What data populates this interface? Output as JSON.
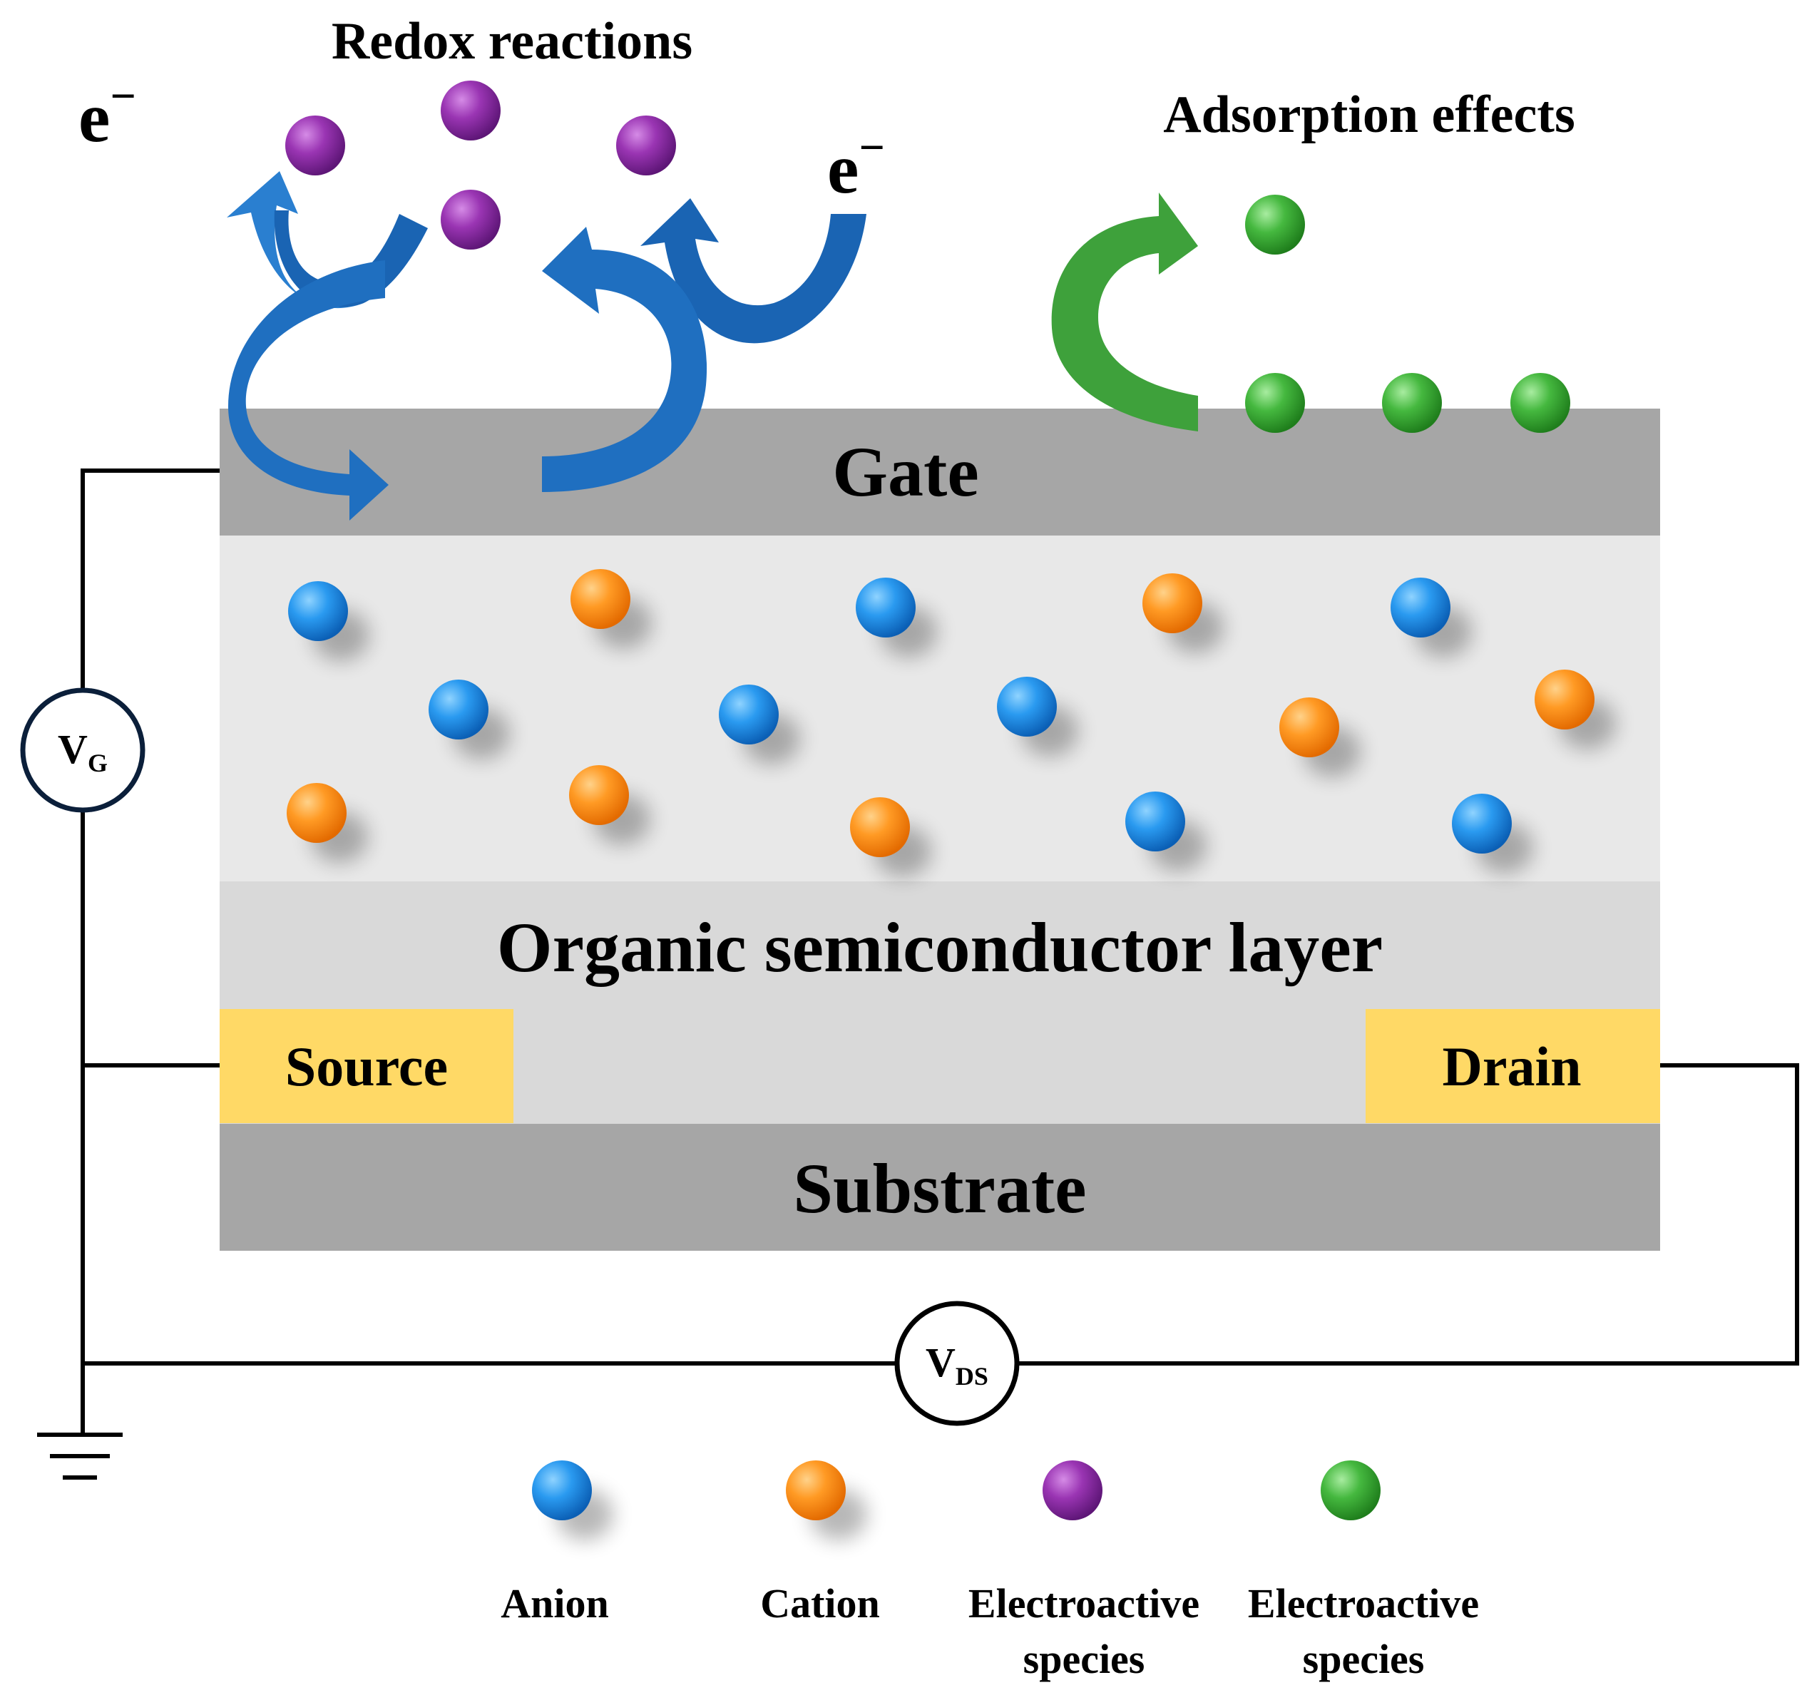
{
  "labels": {
    "redox": "Redox reactions",
    "adsorption": "Adsorption effects",
    "electron": "e",
    "electron_sign": "−",
    "gate": "Gate",
    "semiconductor": "Organic semiconductor layer",
    "source": "Source",
    "drain": "Drain",
    "substrate": "Substrate",
    "vg_main": "V",
    "vg_sub": "G",
    "vds_main": "V",
    "vds_sub": "DS"
  },
  "legend": [
    {
      "name": "anion",
      "label_lines": [
        "Anion"
      ],
      "color": "#1e8de3"
    },
    {
      "name": "cation",
      "label_lines": [
        "Cation"
      ],
      "color": "#ff8c1a"
    },
    {
      "name": "electroactive-redox",
      "label_lines": [
        "Electroactive",
        "species"
      ],
      "color": "#8e2ea6"
    },
    {
      "name": "electroactive-adsorption",
      "label_lines": [
        "Electroactive",
        "species"
      ],
      "color": "#3fb33a"
    }
  ],
  "colors": {
    "gate": "#a6a6a6",
    "substrate": "#a6a6a6",
    "electrolyte": "#e8e8e8",
    "semiconductor": "#d9d9d9",
    "electrode": "#ffd966",
    "redox_arrow": "#1f6fc0",
    "adsorption_arrow": "#3ea13b",
    "wire": "#000000",
    "meter_border": "#0b1f3a"
  }
}
